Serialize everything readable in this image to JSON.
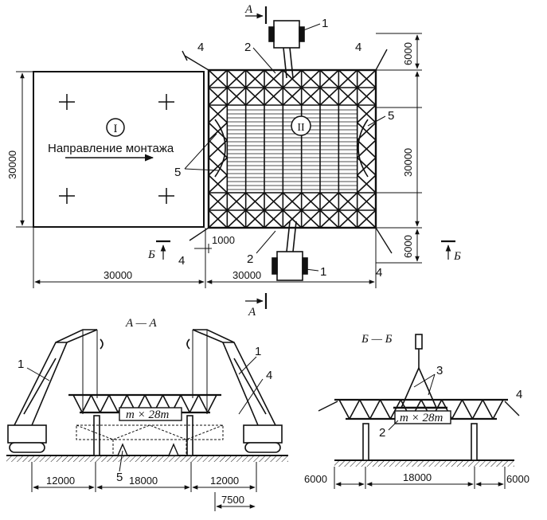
{
  "plan": {
    "zone1": "I",
    "zone2": "II",
    "direction": "Направление монтажа",
    "dim_left_height": "30000",
    "dim_right_top": "6000",
    "dim_right_mid": "30000",
    "dim_right_bot": "6000",
    "dim_bottom_left": "30000",
    "dim_bottom_right": "30000",
    "dim_offset": "1000",
    "section_a": "A",
    "section_b": "Б"
  },
  "callouts": {
    "crane": "1",
    "sling": "2",
    "beam": "3",
    "guy": "4",
    "support": "5"
  },
  "section_aa": {
    "title": "A — A",
    "load": "m × 28т",
    "dim_1": "12000",
    "dim_2": "18000",
    "dim_3": "12000",
    "dim_4": "7500"
  },
  "section_bb": {
    "title": "Б — Б",
    "load": "m × 28т",
    "dim_1": "6000",
    "dim_2": "18000",
    "dim_3": "6000"
  }
}
